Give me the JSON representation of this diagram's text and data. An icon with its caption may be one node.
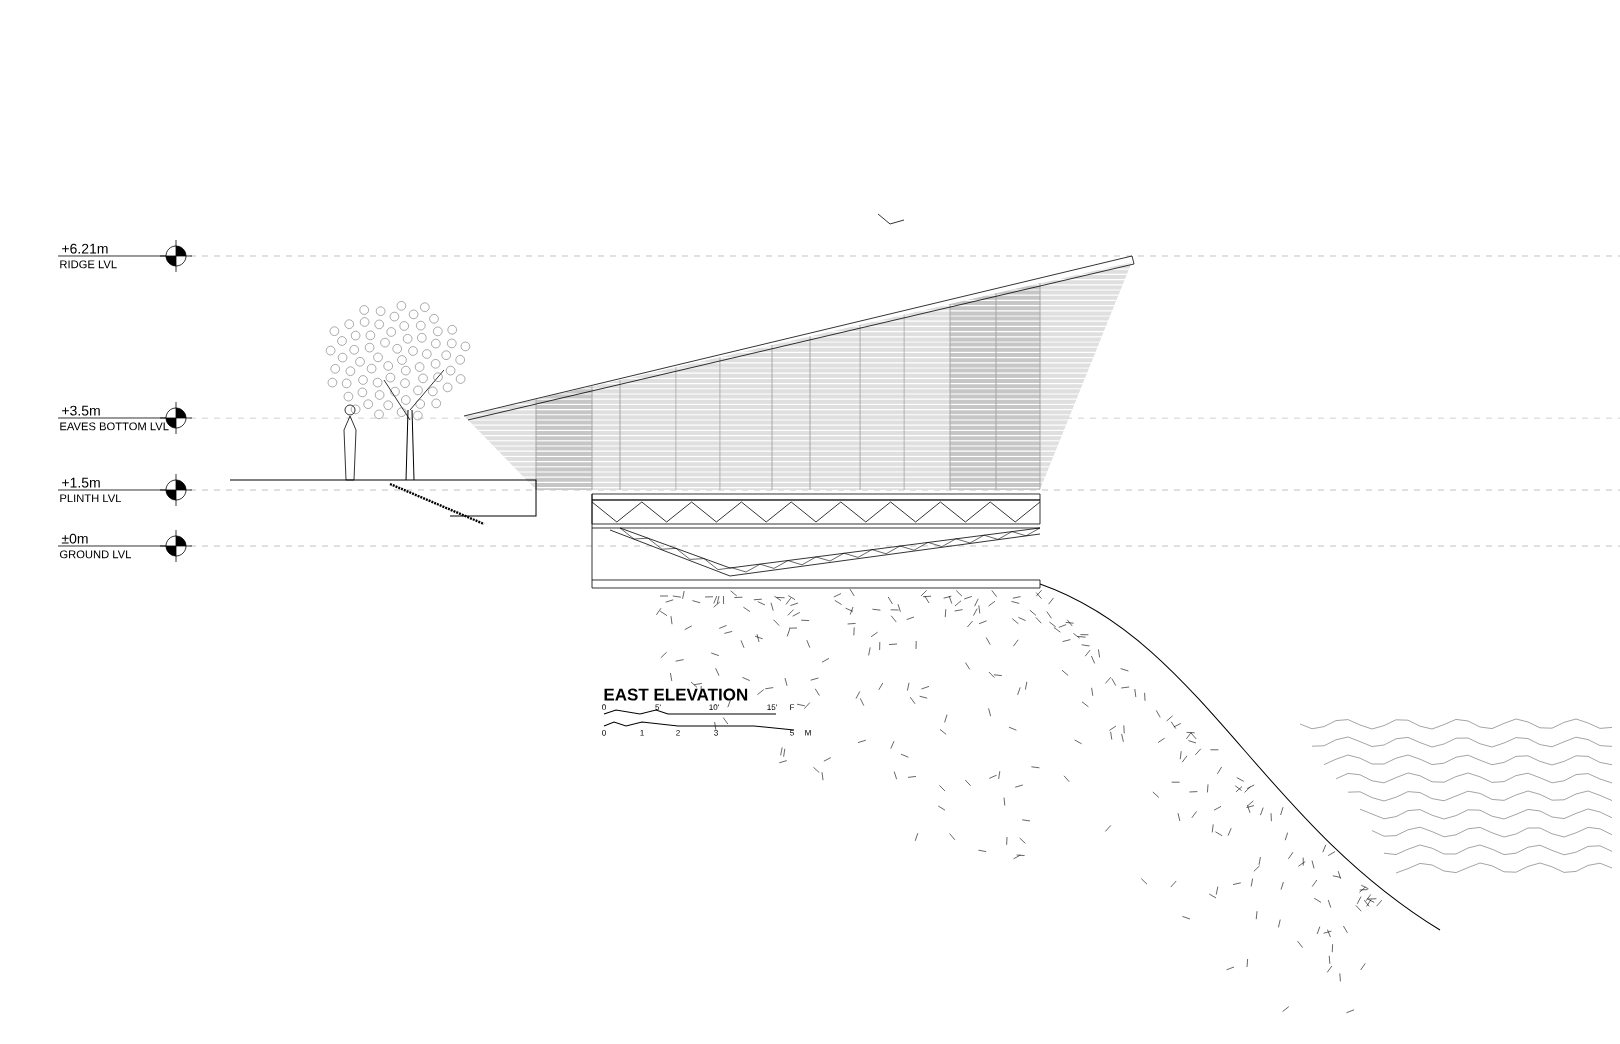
{
  "diagram": {
    "title": "EAST ELEVATION",
    "labels": [
      "+6.21m",
      "RIDGE LVL",
      "+3.5m",
      "EAVES BOTTOM LVL",
      "+1.5m",
      "PLINTH LVL",
      "±0m",
      "GROUND LVL",
      "0",
      "5'",
      "10'",
      "15'",
      "F",
      "0",
      "1",
      "2",
      "3",
      "5",
      "M"
    ]
  }
}
